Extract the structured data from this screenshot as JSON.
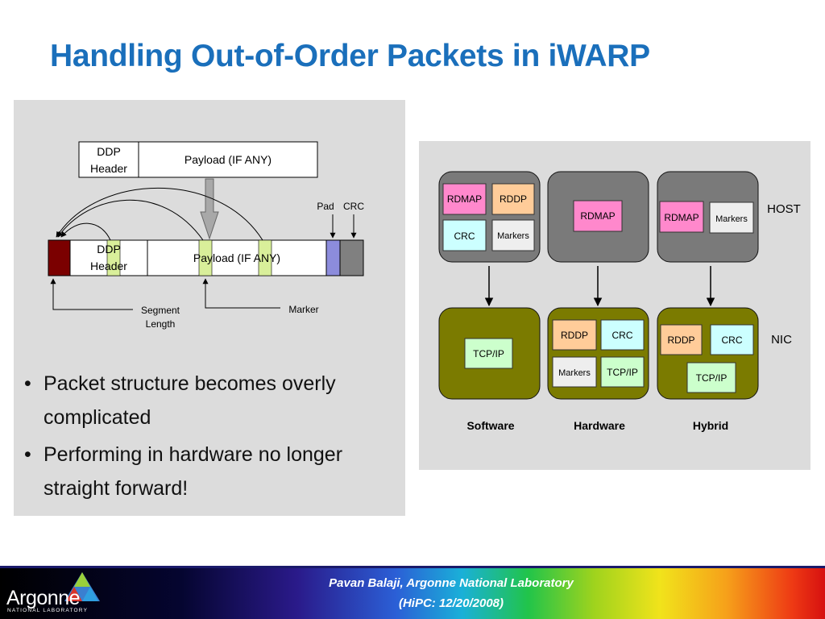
{
  "slide": {
    "title": "Handling Out-of-Order Packets in iWARP"
  },
  "packet_diagram": {
    "top_header": [
      "DDP",
      "Header"
    ],
    "top_payload": "Payload (IF ANY)",
    "bottom_header": [
      "DDP",
      "Header"
    ],
    "bottom_payload": "Payload (IF ANY)",
    "pad_label": "Pad",
    "crc_label": "CRC",
    "segment_length_label": [
      "Segment",
      "Length"
    ],
    "marker_label": "Marker",
    "colors": {
      "segment_length_field": "#7b0000",
      "marker_field": "#d9ef9a",
      "pad_field": "#8c8cdc",
      "crc_field": "#808080",
      "insert_arrow": "#a8a8a8"
    }
  },
  "bullets": [
    "Packet structure becomes overly complicated",
    "Performing in hardware no longer straight forward!"
  ],
  "architectures": {
    "row_labels": {
      "host": "HOST",
      "nic": "NIC"
    },
    "columns": [
      {
        "name": "Software",
        "host_boxes": [
          "RDMAP",
          "RDDP",
          "CRC",
          "Markers"
        ],
        "nic_boxes": [
          "TCP/IP"
        ]
      },
      {
        "name": "Hardware",
        "host_boxes": [
          "RDMAP"
        ],
        "nic_boxes": [
          "RDDP",
          "CRC",
          "Markers",
          "TCP/IP"
        ]
      },
      {
        "name": "Hybrid",
        "host_boxes": [
          "RDMAP",
          "Markers"
        ],
        "nic_boxes": [
          "RDDP",
          "CRC",
          "TCP/IP"
        ]
      }
    ],
    "colors": {
      "host_block": "#7a7a7a",
      "nic_block": "#7b7b00",
      "RDMAP": "#ff88cc",
      "RDDP": "#ffcc99",
      "CRC": "#ccffff",
      "Markers": "#eeeeee",
      "TCP/IP": "#ccffcc"
    }
  },
  "footer": {
    "line1": "Pavan Balaji, Argonne National Laboratory",
    "line2": "(HiPC: 12/20/2008)",
    "logo_word": "Argonne",
    "logo_sub": "NATIONAL LABORATORY"
  }
}
